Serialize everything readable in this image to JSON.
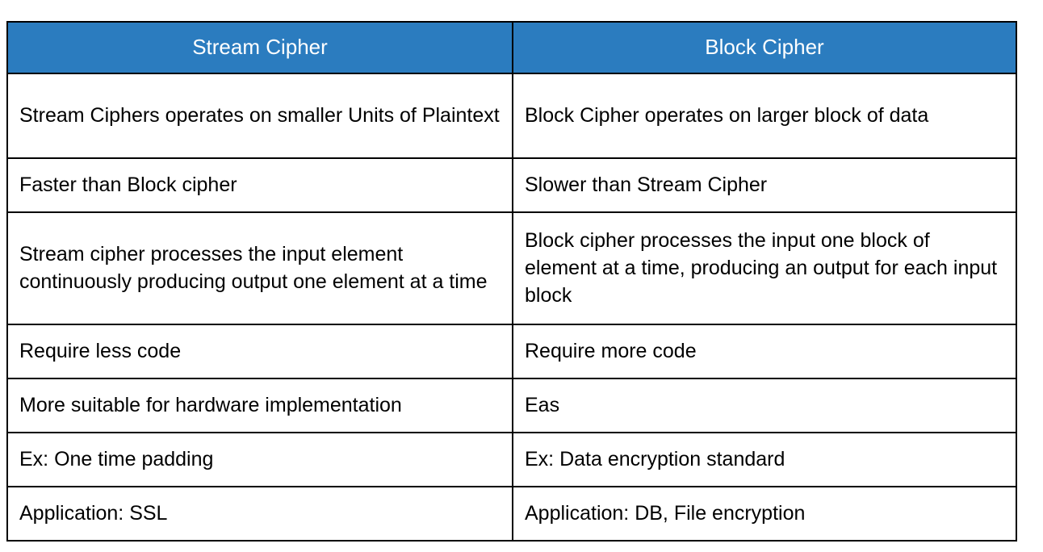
{
  "table": {
    "name": "stream-cipher-vs-block-cipher",
    "accent_color": "#2b7cbf",
    "header_text_color": "#ffffff",
    "border_color": "#000000",
    "background_color": "#ffffff",
    "body_text_color": "#000000",
    "columns": [
      {
        "key": "stream",
        "label": "Stream Cipher"
      },
      {
        "key": "block",
        "label": "Block Cipher"
      }
    ],
    "rows": [
      {
        "stream": "Stream Ciphers operates on smaller Units of Plaintext",
        "block": "Block Cipher operates on larger block of data"
      },
      {
        "stream": "Faster than Block cipher",
        "block": "Slower than Stream Cipher"
      },
      {
        "stream": "Stream cipher processes the input element continuously producing output one element at a time",
        "block": "Block cipher processes the input one block of element at a time, producing an output for each input block"
      },
      {
        "stream": "Require less code",
        "block": "Require more code"
      },
      {
        "stream": "More suitable for hardware implementation",
        "block": "Eas"
      },
      {
        "stream": "Ex: One time padding",
        "block": "Ex: Data encryption standard"
      },
      {
        "stream": "Application: SSL",
        "block": "Application: DB, File encryption"
      }
    ]
  }
}
